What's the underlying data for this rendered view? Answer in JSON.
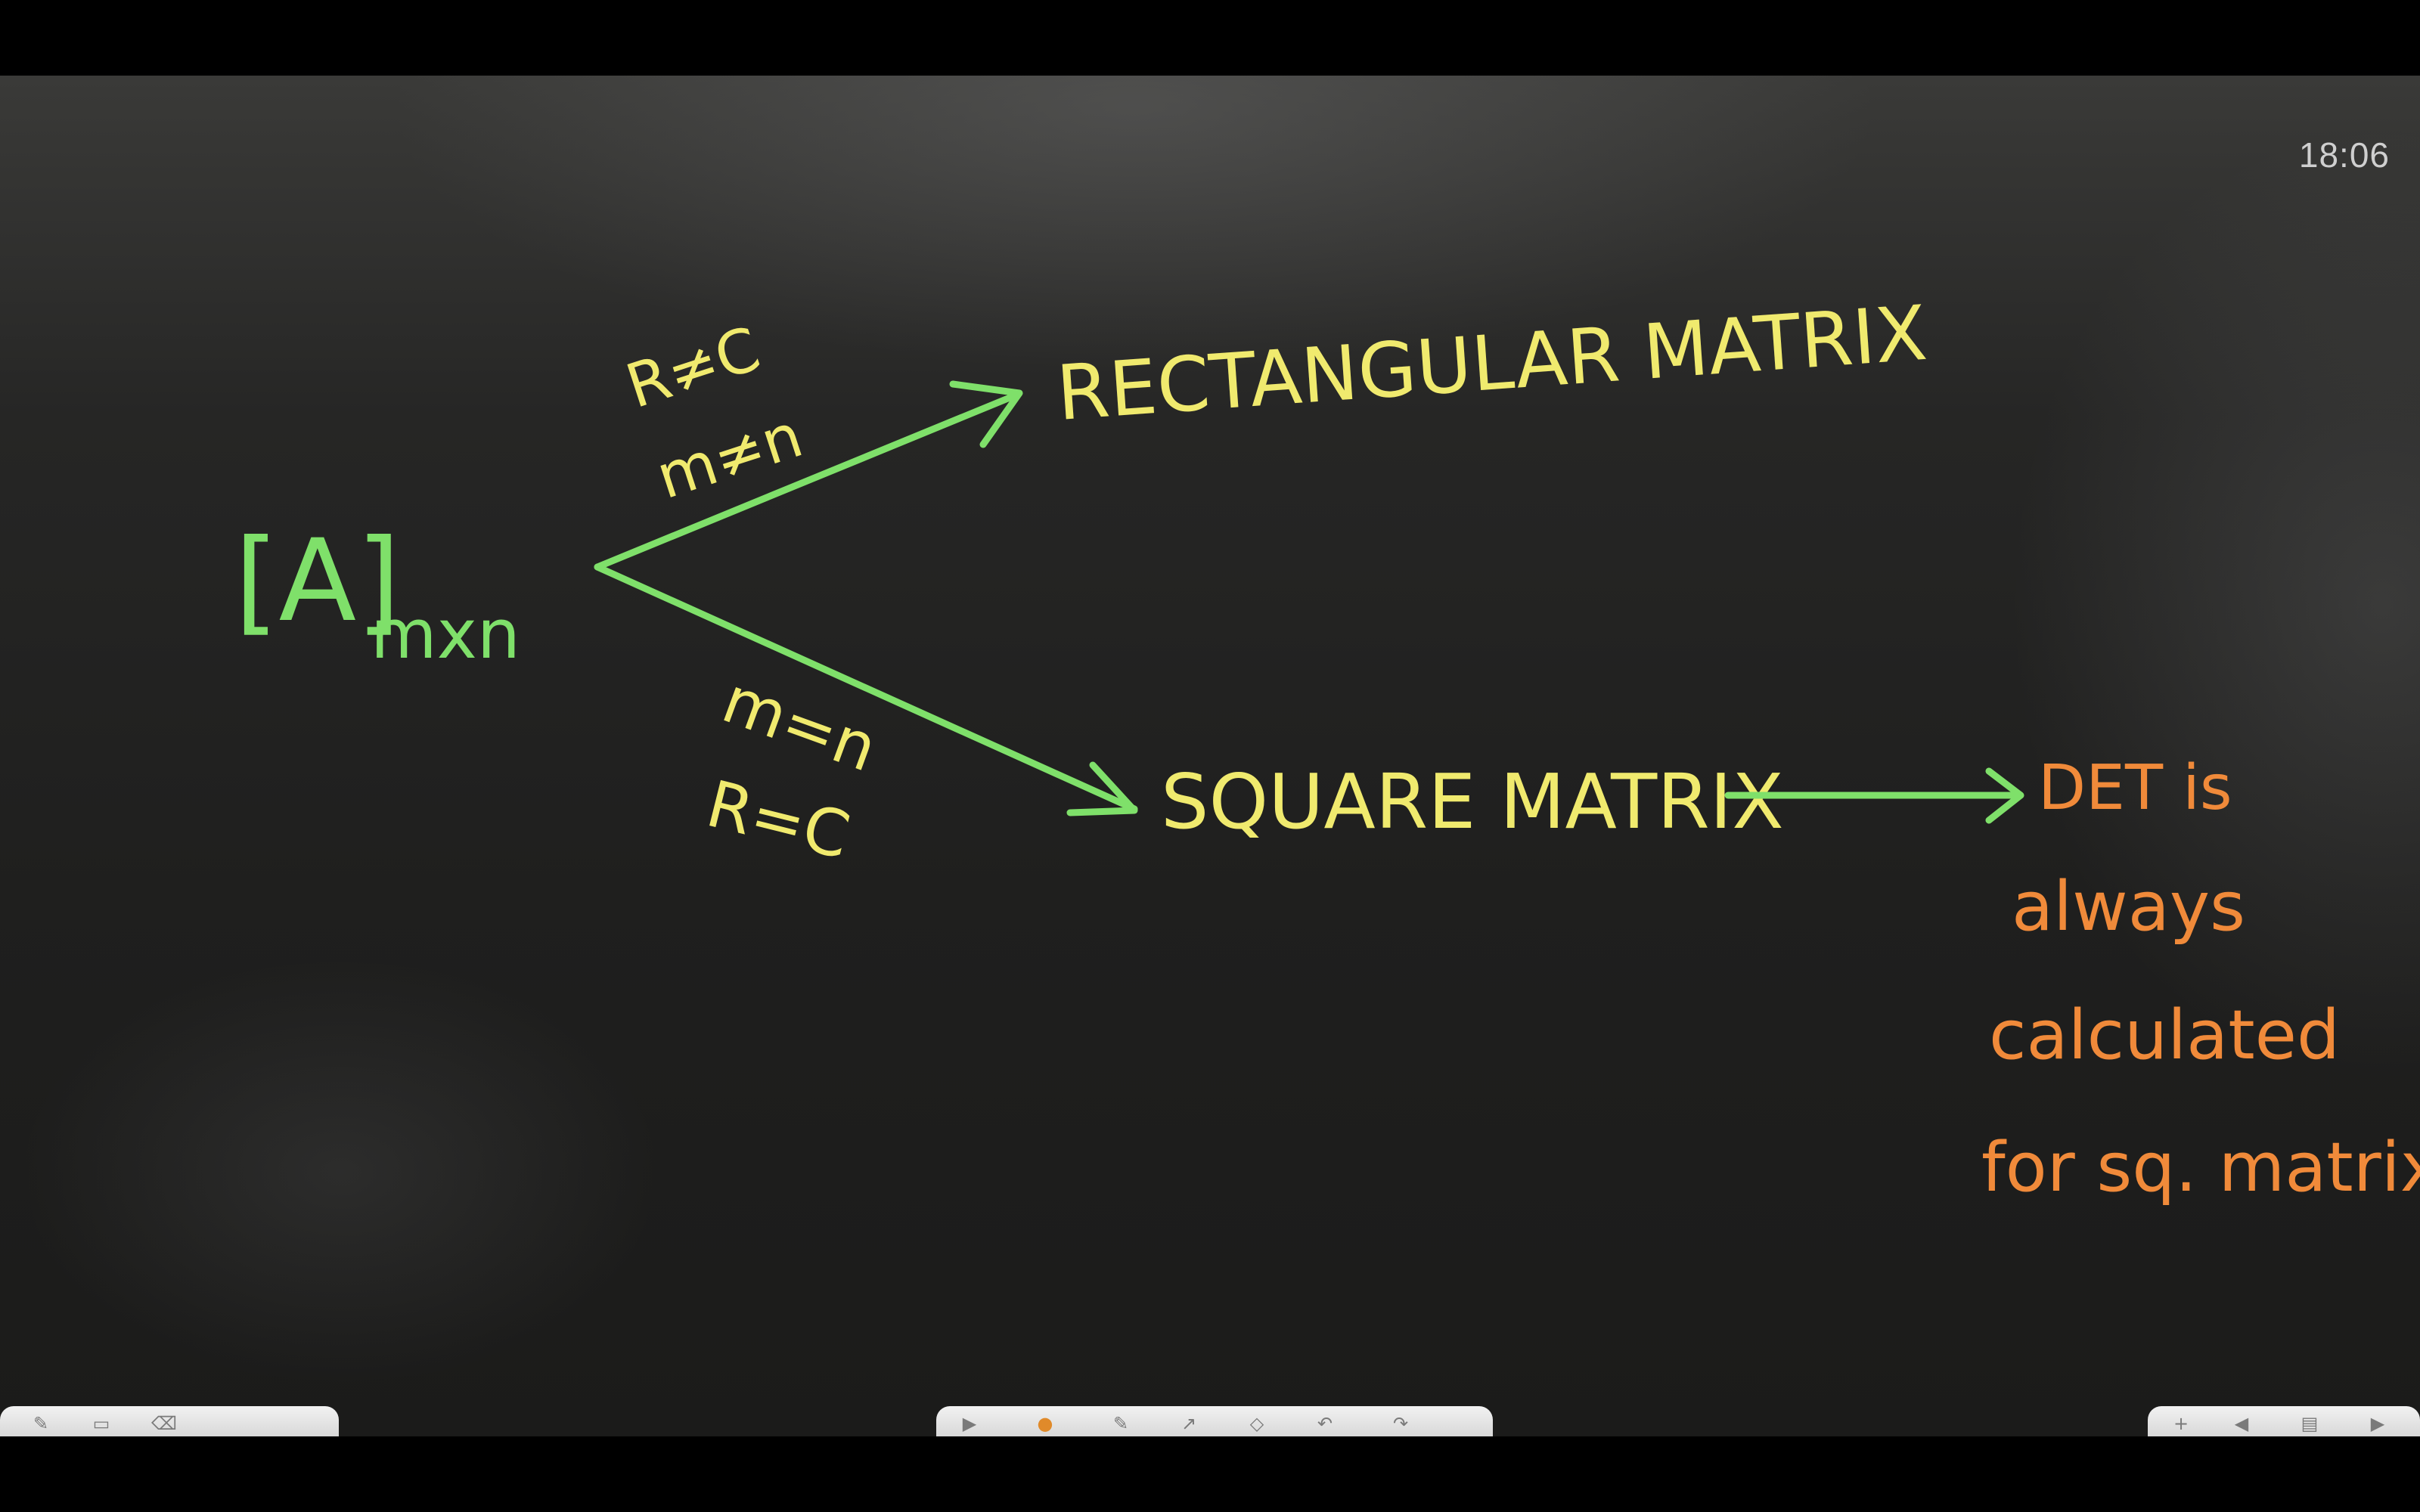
{
  "screen": {
    "clock": "18:06"
  },
  "board": {
    "matrix_base": "[A]",
    "matrix_subscript": "mxn",
    "upper_branch": {
      "cond1": "R≠C",
      "cond2": "m≠n",
      "result": "RECTANGULAR MATRIX"
    },
    "lower_branch": {
      "cond1": "m=n",
      "cond2": "R=C",
      "result": "SQUARE MATRIX"
    },
    "note": {
      "line1": "DET is",
      "line2": "always",
      "line3": "calculated",
      "line4": "for sq. matrix."
    }
  },
  "colors": {
    "board": "#222221",
    "green_chalk": "#7fe06a",
    "yellow_chalk": "#f0ea6e",
    "orange_chalk": "#f08a3a"
  },
  "toolbar": {
    "left_icons": [
      "pen-icon",
      "highlighter-icon",
      "eraser-icon"
    ],
    "center_icons": [
      "play-icon",
      "color-picker-icon",
      "pencil-icon",
      "arrow-icon",
      "shapes-icon",
      "undo-icon",
      "redo-icon"
    ],
    "right_icons": [
      "add-icon",
      "prev-page-icon",
      "page-counter-icon",
      "next-page-icon"
    ]
  }
}
